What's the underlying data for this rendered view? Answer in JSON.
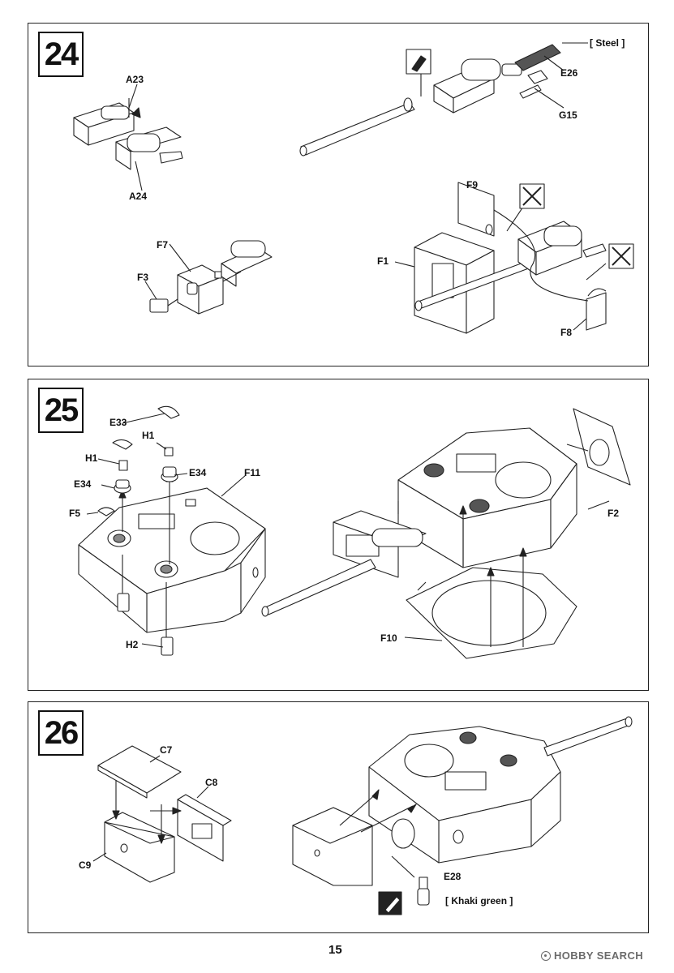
{
  "steps": [
    {
      "number": "24",
      "labels": {
        "a23": "A23",
        "a24": "A24",
        "e26": "E26",
        "g15": "G15",
        "steel": "[ Steel ]",
        "f9": "F9",
        "f1": "F1",
        "f8": "F8",
        "f7": "F7",
        "f3": "F3"
      },
      "icons": [
        "cement-glue-icon",
        "no-glue-icon",
        "no-glue-icon"
      ]
    },
    {
      "number": "25",
      "labels": {
        "e33": "E33",
        "h1a": "H1",
        "h1b": "H1",
        "e34a": "E34",
        "e34b": "E34",
        "f11": "F11",
        "f5": "F5",
        "h2": "H2",
        "f2": "F2",
        "f10": "F10"
      }
    },
    {
      "number": "26",
      "labels": {
        "c7": "C7",
        "c8": "C8",
        "c9": "C9",
        "e28": "E28",
        "khaki": "[ Khaki green ]"
      },
      "icons": [
        "paint-icon"
      ]
    }
  ],
  "footer": {
    "page_number": "15",
    "watermark": "HOBBY SEARCH"
  }
}
